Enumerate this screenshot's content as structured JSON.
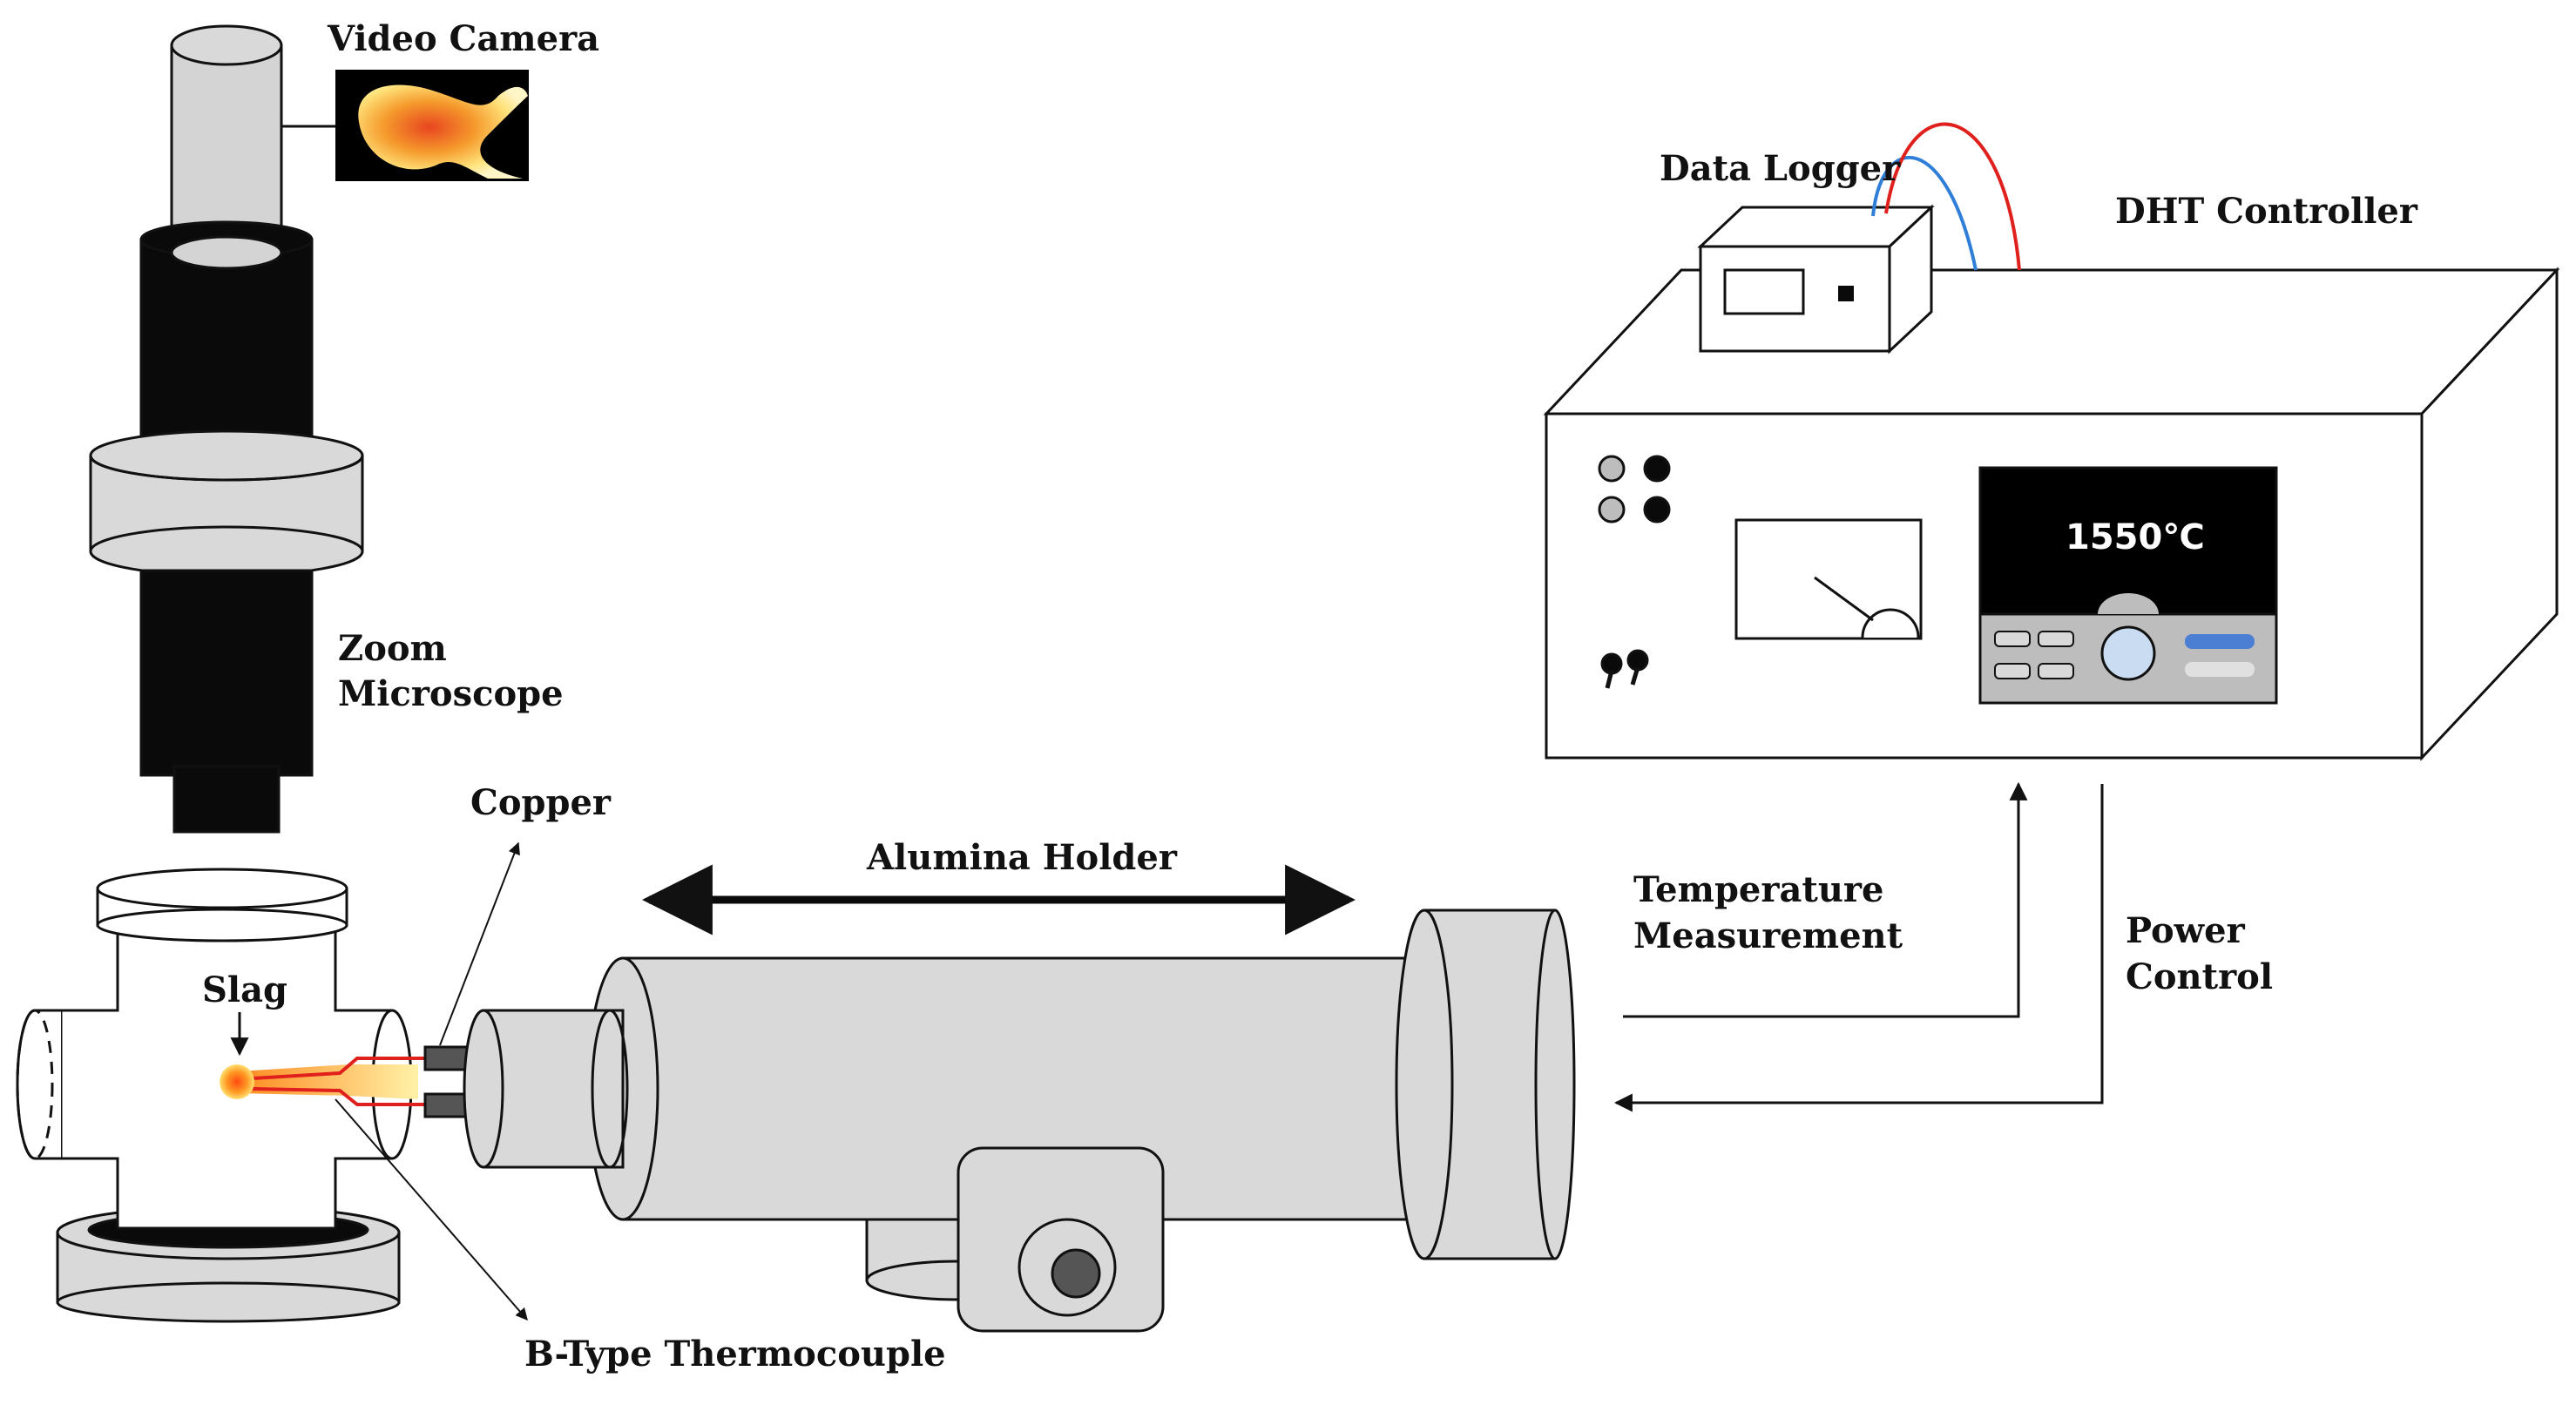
{
  "labels": {
    "video_camera": "Video Camera",
    "zoom": "Zoom",
    "microscope": "Microscope",
    "copper": "Copper",
    "slag": "Slag",
    "b_type_thermocouple": "B-Type Thermocouple",
    "alumina_holder": "Alumina Holder",
    "data_logger": "Data Logger",
    "dht_controller": "DHT Controller",
    "temperature": "Temperature",
    "measurement": "Measurement",
    "power": "Power",
    "control": "Control"
  },
  "controller": {
    "display_reading": "1550℃"
  },
  "colors": {
    "outline": "#111111",
    "metal_gray": "#d9d9d9",
    "black": "#0a0a0a",
    "wire_red": "#e0201c",
    "wire_blue": "#2f7ed8",
    "display_black": "#000000",
    "knob_blue": "#4a7fd4",
    "hot_orange": "#f26a1b",
    "hot_yellow": "#ffd85a"
  }
}
